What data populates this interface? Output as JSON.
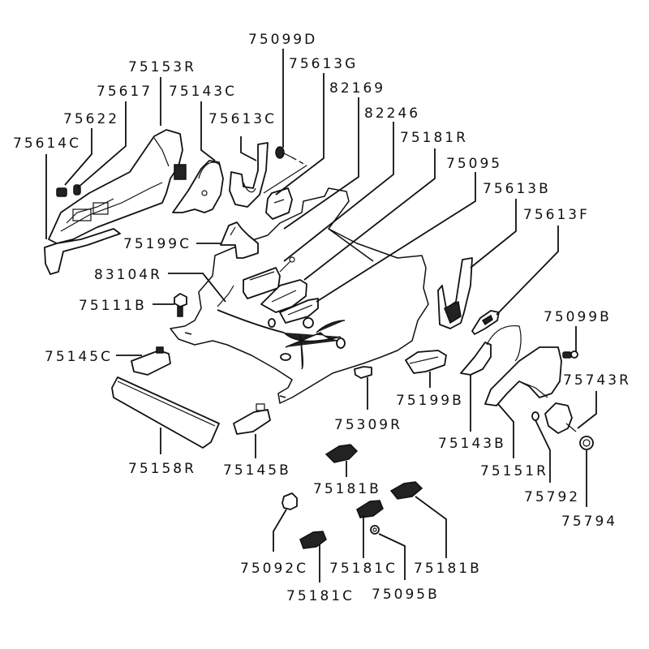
{
  "diagram": {
    "type": "exploded parts diagram",
    "subject": "front seat adjuster / side shield assembly",
    "labels": {
      "p75099D": "75099D",
      "p75613G": "75613G",
      "p75153R": "75153R",
      "p82169": "82169",
      "p75617": "75617",
      "p75143C": "75143C",
      "p82246": "82246",
      "p75622": "75622",
      "p75613C": "75613C",
      "p75181R": "75181R",
      "p75614C": "75614C",
      "p75095": "75095",
      "p75613B": "75613B",
      "p75613F": "75613F",
      "p75199C": "75199C",
      "p83104R": "83104R",
      "p75111B": "75111B",
      "p75099B": "75099B",
      "p75145C": "75145C",
      "p75743R": "75743R",
      "p75199B": "75199B",
      "p75309R": "75309R",
      "p75143B": "75143B",
      "p75158R": "75158R",
      "p75145B": "75145B",
      "p75151R": "75151R",
      "p75181B_a": "75181B",
      "p75792": "75792",
      "p75794": "75794",
      "p75092C": "75092C",
      "p75181C_a": "75181C",
      "p75181B_b": "75181B",
      "p75181C_b": "75181C",
      "p75095B": "75095B"
    }
  }
}
